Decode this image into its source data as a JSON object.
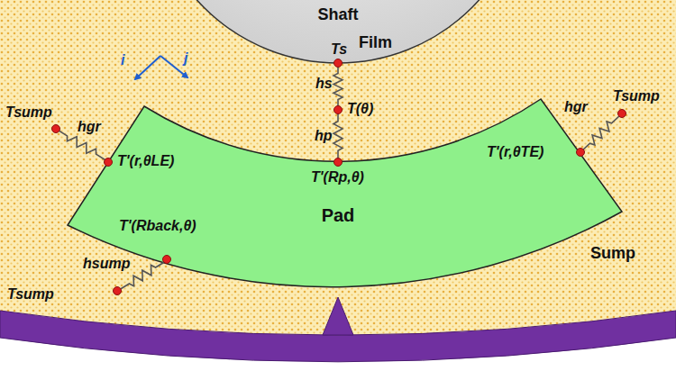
{
  "diagram": {
    "nodes": [
      {
        "text": [
          "Shaft"
        ]
      },
      {
        "text": [
          "Pad"
        ]
      }
    ],
    "labels": [
      "Ts",
      "Film",
      "i",
      "j",
      "hs",
      "T(θ)",
      "hp",
      "T'(Rp,θ)",
      "hgr",
      "Tsump",
      "T'(r,θLE)",
      "T'(r,θTE)",
      "hgr",
      "Tsump",
      "T'(Rback,θ)",
      "hsump",
      "Tsump",
      "Sump"
    ]
  }
}
